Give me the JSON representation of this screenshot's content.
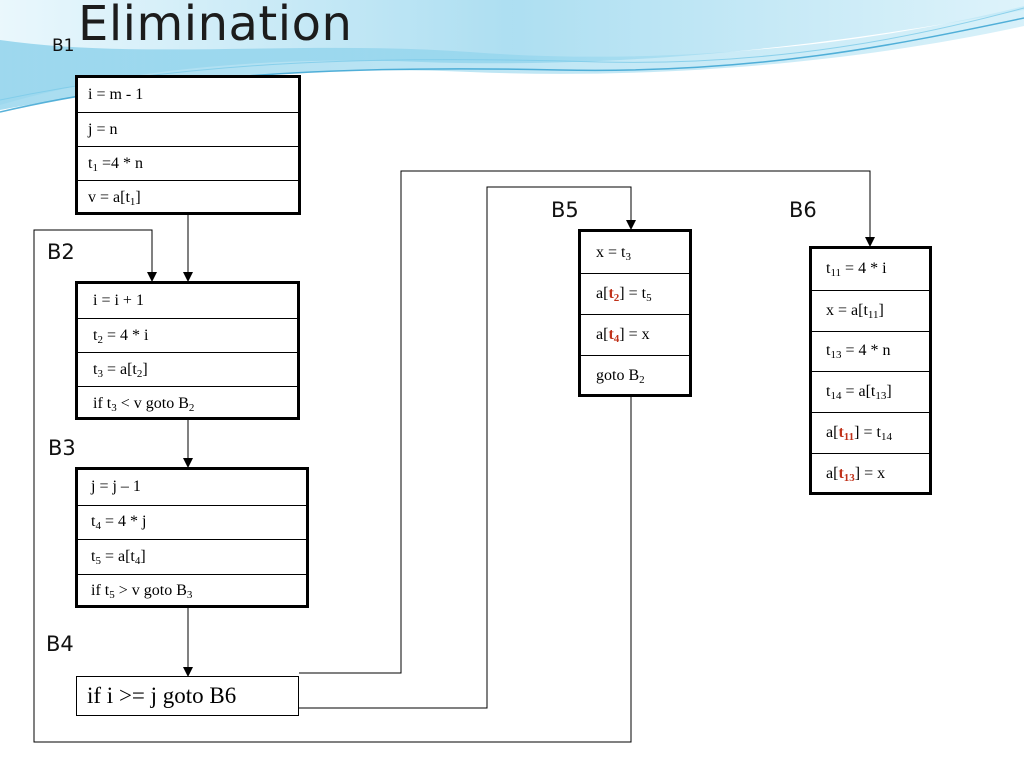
{
  "title": "Elimination",
  "labels": {
    "b1": "B1",
    "b2": "B2",
    "b3": "B3",
    "b4": "B4",
    "b5": "B5",
    "b6": "B6"
  },
  "b1": {
    "r1": "i = m - 1",
    "r2": "j = n",
    "r3": {
      "a": "t",
      "s": "1",
      "b": " =4 *  n"
    },
    "r4": {
      "a": "v = a[t",
      "s": "1",
      "b": "]"
    }
  },
  "b2": {
    "r1": "i = i  + 1",
    "r2": {
      "a": "t",
      "s": "2",
      "b": " = 4 * i"
    },
    "r3": {
      "a": "t",
      "s": "3",
      "b": " = a[t",
      "s2": "2",
      "c": "]"
    },
    "r4": {
      "a": "if t",
      "s": "3",
      "b": " < v goto B",
      "s2": "2"
    }
  },
  "b3": {
    "r1": "j = j – 1",
    "r2": {
      "a": "t",
      "s": "4",
      "b": " = 4 *  j"
    },
    "r3": {
      "a": "t",
      "s": "5",
      "b": " = a[t",
      "s2": "4",
      "c": "]"
    },
    "r4": {
      "a": "if t",
      "s": "5",
      "b": " > v goto B",
      "s2": "3"
    }
  },
  "b4": {
    "r1": "if i >= j goto B6"
  },
  "b5": {
    "r1": {
      "a": "x = t",
      "s": "3"
    },
    "r2": {
      "a": "a[",
      "h": "t",
      "hs": "2",
      "b": "] = t",
      "s": "5"
    },
    "r3": {
      "a": "a[",
      "h": "t",
      "hs": "4",
      "b": "] = x"
    },
    "r4": {
      "a": "goto B",
      "s": "2"
    }
  },
  "b6": {
    "r1": {
      "a": "t",
      "s": "11",
      "b": " = 4 * i"
    },
    "r2": {
      "a": "x = a[t",
      "s": "11",
      "b": "]"
    },
    "r3": {
      "a": "t",
      "s": "13",
      "b": " = 4 * n"
    },
    "r4": {
      "a": "t",
      "s": "14",
      "b": " = a[t",
      "s2": "13",
      "c": "]"
    },
    "r5": {
      "a": "a[",
      "h": "t",
      "hs": "11",
      "b": "] = t",
      "s": "14"
    },
    "r6": {
      "a": "a[",
      "h": "t",
      "hs": "13",
      "b": "] = x"
    }
  },
  "colors": {
    "highlight": "#c0321a",
    "wave_light": "#bfe6f4",
    "wave_mid": "#7ccbe8",
    "wave_dark": "#2f9fd0"
  }
}
